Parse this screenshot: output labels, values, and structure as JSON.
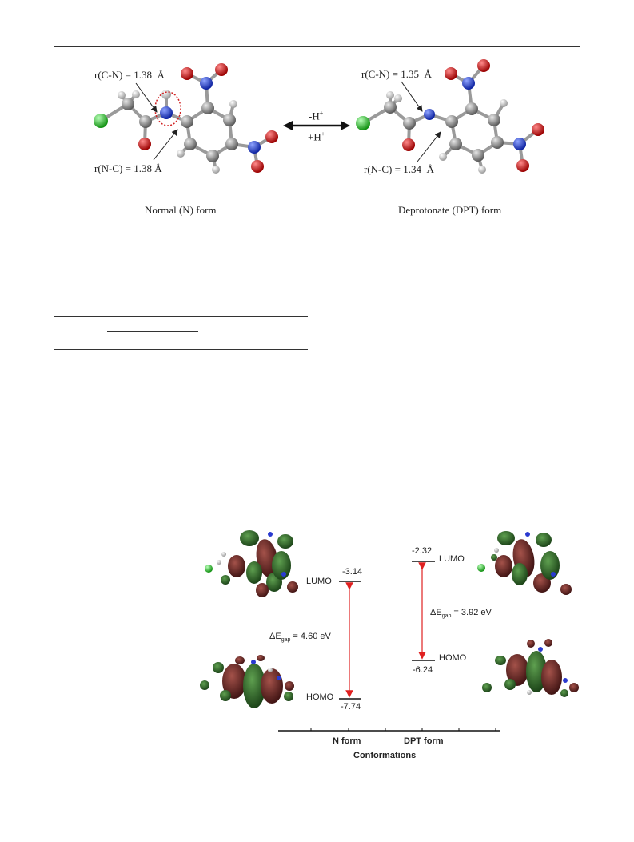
{
  "figure1": {
    "n_form": {
      "r_cn": "r(C-N) = 1.38",
      "r_nc": "r(N-C) = 1.38",
      "angstrom": "Å",
      "caption": "Normal (N) form"
    },
    "dpt_form": {
      "r_cn": "r(C-N) = 1.35",
      "r_nc": "r(N-C) = 1.34",
      "angstrom": "Å",
      "caption": "Deprotonate (DPT) form"
    },
    "equilibrium": {
      "minus_h": "-H",
      "plus_h": "+H",
      "superscript": "+"
    }
  },
  "figure2": {
    "n_form": {
      "lumo_label": "LUMO",
      "lumo_value": "-3.14",
      "homo_label": "HOMO",
      "homo_value": "-7.74",
      "gap_prefix": "ΔE",
      "gap_sub": "gap",
      "gap_value": " = 4.60 eV"
    },
    "dpt_form": {
      "lumo_label": "LUMO",
      "lumo_value": "-2.32",
      "homo_label": "HOMO",
      "homo_value": "-6.24",
      "gap_prefix": "ΔE",
      "gap_sub": "gap",
      "gap_value": " = 3.92 eV"
    },
    "axis": {
      "tick1": "N form",
      "tick2": "DPT form",
      "title": "Conformations"
    }
  },
  "colors": {
    "carbon": "#8a8a8a",
    "nitrogen": "#1f3fd0",
    "oxygen": "#d01414",
    "chlorine": "#22c422",
    "hydrogen": "#e8e8e8",
    "orbital_green": "#2e6a2a",
    "orbital_brown": "#6a2a22",
    "gap_arrow": "#e02020"
  }
}
